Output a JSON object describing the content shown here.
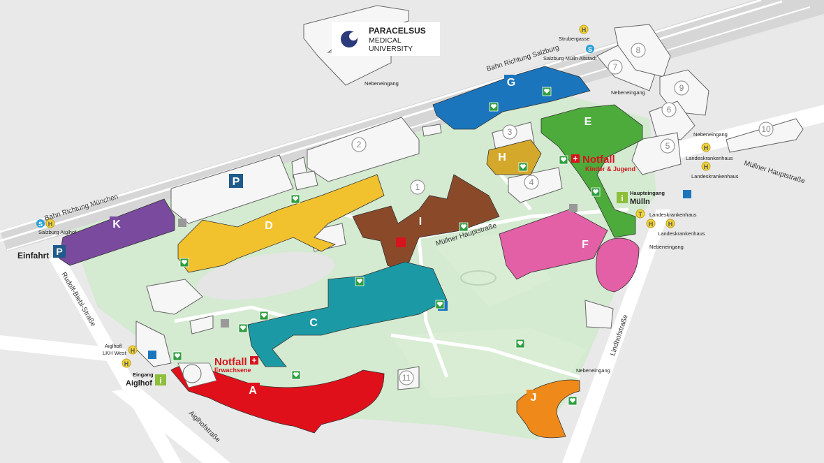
{
  "logo": {
    "line1": "PARACELSUS",
    "line2": "MEDICAL",
    "line3": "UNIVERSITY"
  },
  "labels": {
    "bahn_muenchen": "Bahn Richtung München",
    "bahn_salzburg": "Bahn Richtung Salzburg",
    "salzburg_aiglhof": "Salzburg Aiglhof",
    "salzburg_muelln": "Salzburg Mülln Altstadt",
    "strubergasse": "Strubergasse",
    "nebeneingang": "Nebeneingang",
    "einfahrt": "Einfahrt",
    "rudolf_biebl": "Rudolf-Biebl-Straße",
    "aiglhof_lkh": "Aiglhof/",
    "aiglhof_lkh2": "LKH West",
    "eingang": "Eingang",
    "aiglhof": "Aiglhof",
    "aiglhofstrasse": "Aiglhofstraße",
    "muellner_hauptstrasse": "Müllner Hauptstraße",
    "lindhofstrasse": "Lindhofstraße",
    "landeskrankenhaus": "Landeskrankenhaus",
    "haupteingang": "Haupteingang",
    "muelln": "Mülln",
    "notfall": "Notfall",
    "kinder_jugend": "Kinder & Jugend",
    "erwachsene": "Erwachsene"
  },
  "icon_text": {
    "s": "S",
    "h": "H",
    "t": "T",
    "p": "P",
    "i": "i"
  },
  "buildings": {
    "A": "A",
    "C": "C",
    "D": "D",
    "E": "E",
    "F": "F",
    "G": "G",
    "H": "H",
    "I": "I",
    "J": "J",
    "K": "K",
    "P": "P",
    "n1": "1",
    "n2": "2",
    "n3": "3",
    "n4": "4",
    "n5": "5",
    "n6": "6",
    "n7": "7",
    "n8": "8",
    "n9": "9",
    "n10": "10",
    "n11": "11"
  },
  "colors": {
    "A": "#e0101a",
    "C": "#1b9aa6",
    "D": "#f2c12e",
    "E": "#4cab3b",
    "F": "#e35fa6",
    "G": "#1b75bc",
    "H": "#d4a82b",
    "I": "#8a4a2a",
    "J": "#ef8a1a",
    "K": "#7a4a9e",
    "P": "#1e5a8a",
    "grass": "#d4ead1",
    "road": "#ffffff"
  }
}
